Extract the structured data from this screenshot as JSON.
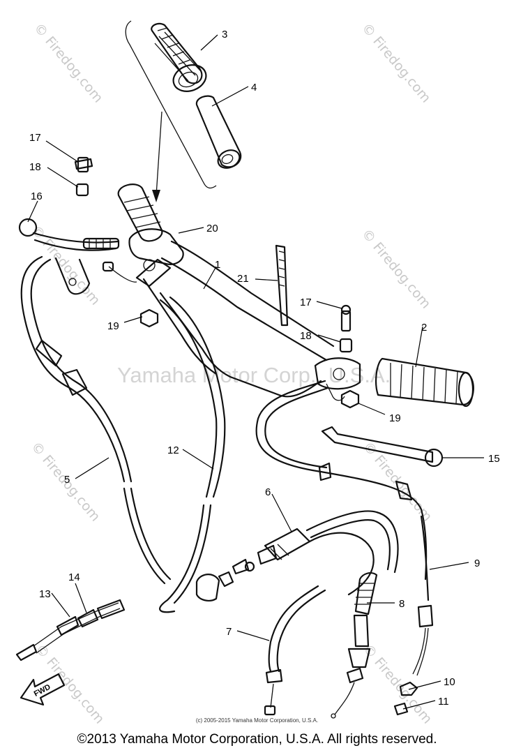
{
  "diagram": {
    "watermarks": {
      "center": "Yamaha Motor Corp., U.S.A.",
      "firedog": "© Firedog.com"
    },
    "callouts": [
      "1",
      "2",
      "3",
      "4",
      "5",
      "6",
      "7",
      "8",
      "9",
      "10",
      "11",
      "12",
      "13",
      "14",
      "15",
      "16",
      "17",
      "17",
      "18",
      "18",
      "19",
      "19",
      "20",
      "21"
    ],
    "fwd_label": "FWD",
    "small_copyright": "(c) 2005-2015 Yamaha Motor Corporation, U.S.A.",
    "copyright": "©2013 Yamaha Motor Corporation, U.S.A. All rights reserved."
  }
}
